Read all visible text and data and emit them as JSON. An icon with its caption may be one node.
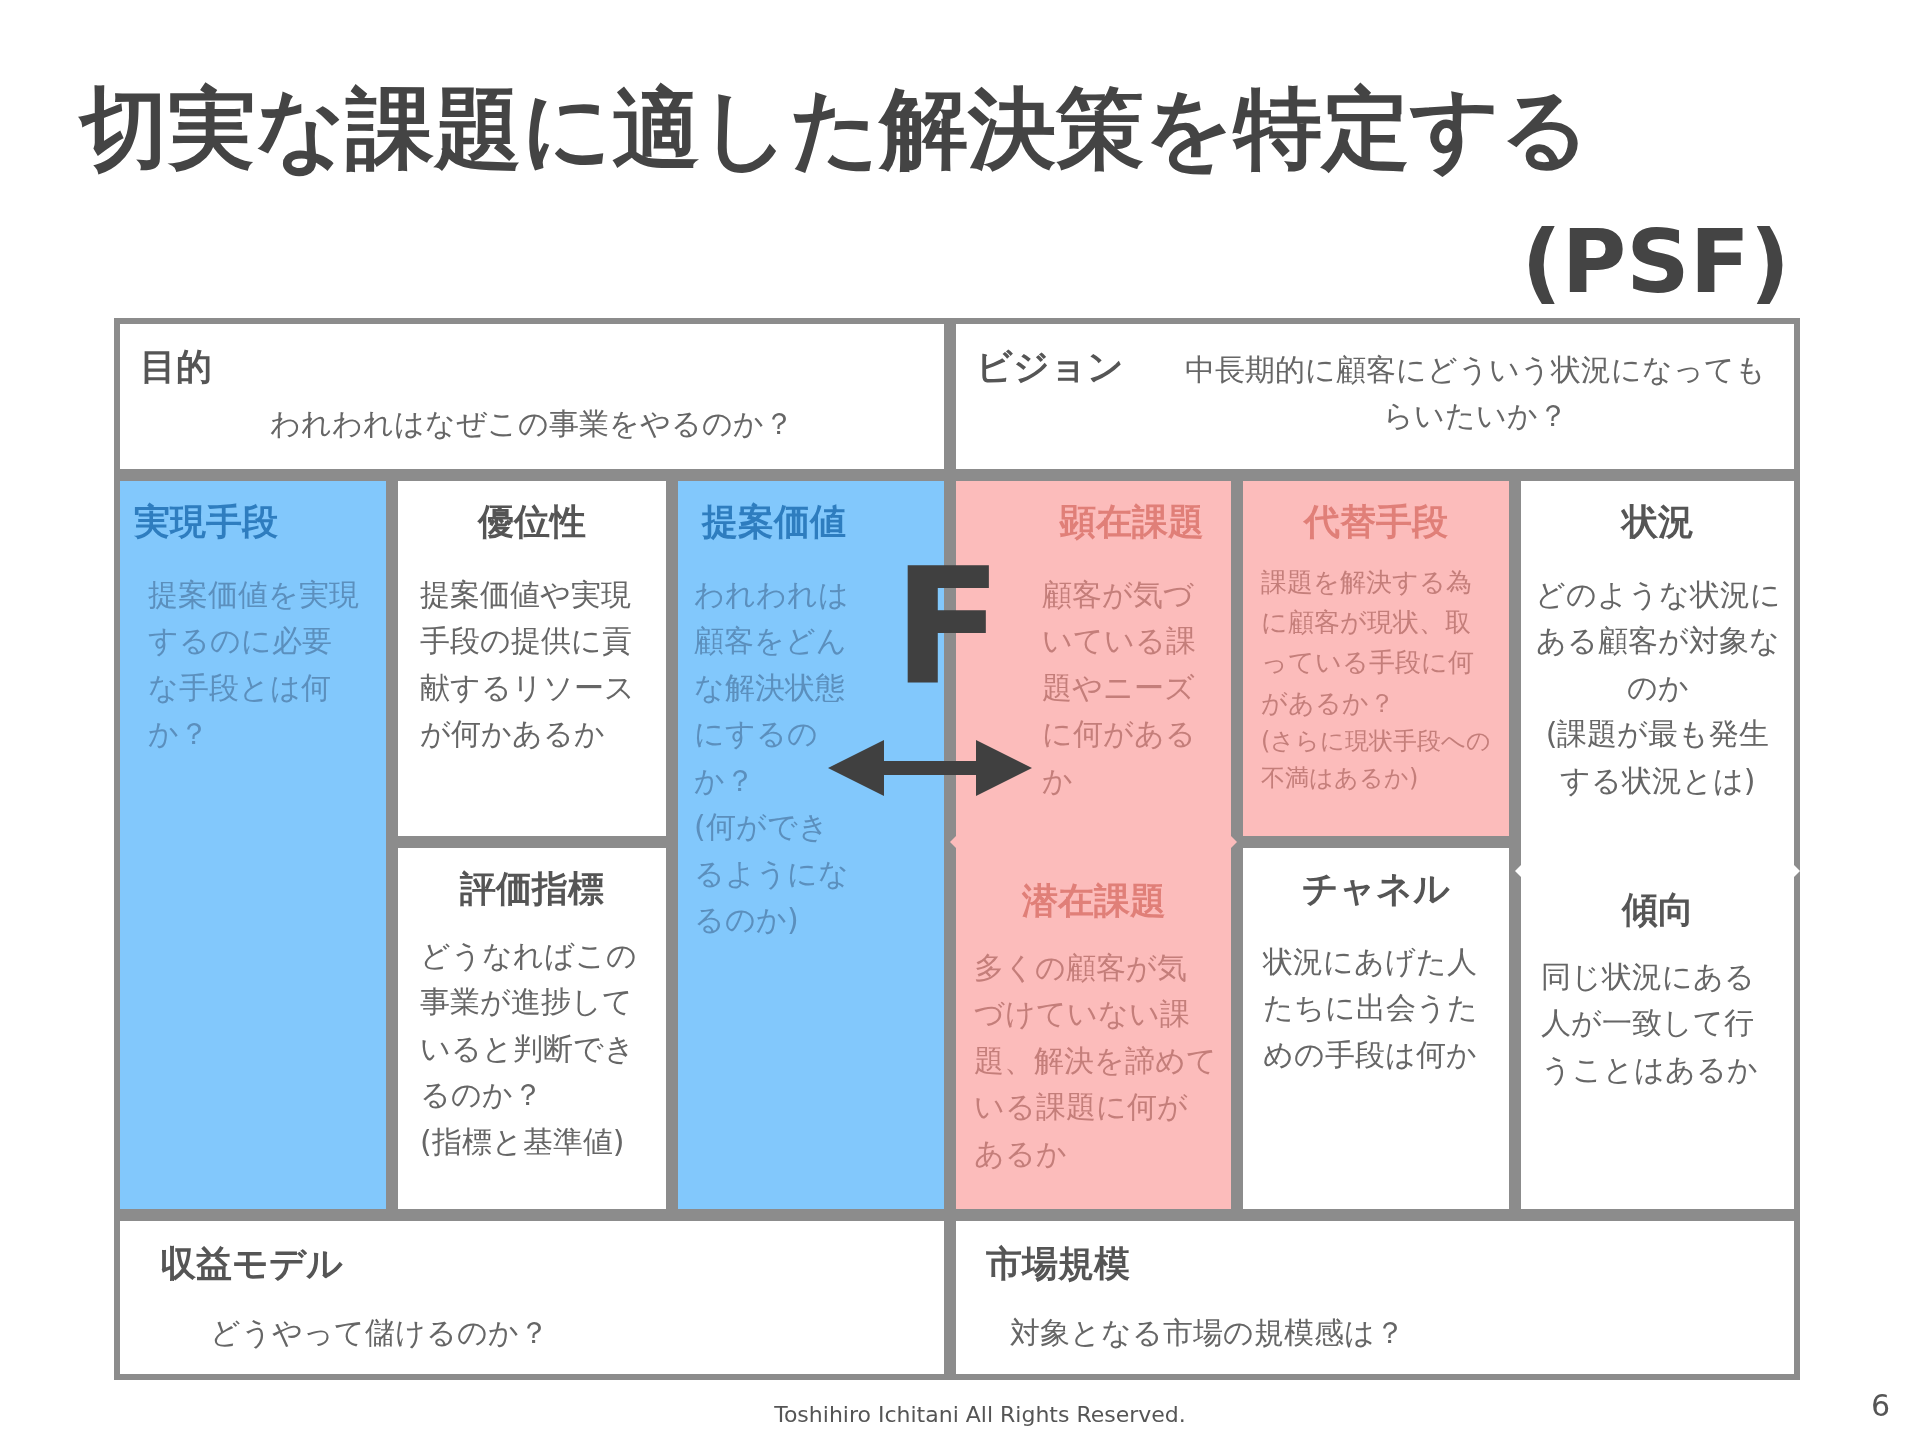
{
  "diagram": {
    "title": "切実な課題に適した解決策を特定する",
    "nodes": [
      {
        "text": [
          "目的",
          "われわれはなぜこの事業をやるのか？"
        ]
      },
      {
        "text": [
          "ビジョン",
          "中長期的に顧客にどういう状況になってもらいたいか？"
        ]
      },
      {
        "text": [
          "実現手段",
          "提案価値を実現するのに必要な手段とは何か？"
        ]
      },
      {
        "text": [
          "優位性",
          "提案価値や実現手段の提供に貢献するリソースが何かあるか"
        ]
      },
      {
        "text": [
          "評価指標",
          "どうなればこの事業が進捗していると判断できるのか？",
          "(指標と基準値)"
        ]
      },
      {
        "text": [
          "提案価値",
          "われわれは顧客をどんな解決状態にするのか？",
          "(何ができるようになるのか)"
        ]
      },
      {
        "text": [
          "顕在課題",
          "顧客が気づいている課題やニーズに何があるか"
        ]
      },
      {
        "text": [
          "潜在課題",
          "多くの顧客が気づけていない課題、解決を諦めている課題に何があるか"
        ]
      },
      {
        "text": [
          "代替手段",
          "課題を解決する為に顧客が現状、取っている手段に何があるか？",
          "(さらに現状手段への不満はあるか)"
        ]
      },
      {
        "text": [
          "チャネル",
          "状況にあげた人たちに出会うための手段は何か"
        ]
      },
      {
        "text": [
          "状況",
          "どのような状況にある顧客が対象なのか",
          "(課題が最も発生する状況とは)"
        ]
      },
      {
        "text": [
          "傾向",
          "同じ状況にある人が一致して行うことはあるか"
        ]
      },
      {
        "text": [
          "収益モデル",
          "どうやって儲けるのか？"
        ]
      },
      {
        "text": [
          "市場規模",
          "対象となる市場の規模感は？"
        ]
      }
    ],
    "edges": [
      {
        "from": 5,
        "to": 6,
        "arrow": "both"
      }
    ],
    "labels": [
      "(PSF)",
      "F",
      "Toshihiro Ichitani All Rights Reserved.",
      "6"
    ]
  }
}
